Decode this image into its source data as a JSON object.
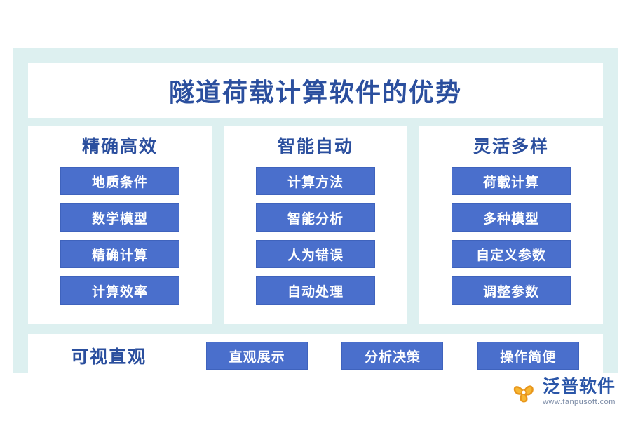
{
  "title": "隧道荷载计算软件的优势",
  "columns": [
    {
      "title": "精确高效",
      "items": [
        "地质条件",
        "数学模型",
        "精确计算",
        "计算效率"
      ]
    },
    {
      "title": "智能自动",
      "items": [
        "计算方法",
        "智能分析",
        "人为错误",
        "自动处理"
      ]
    },
    {
      "title": "灵活多样",
      "items": [
        "荷载计算",
        "多种模型",
        "自定义参数",
        "调整参数"
      ]
    }
  ],
  "bottom": {
    "title": "可视直观",
    "items": [
      "直观展示",
      "分析决策",
      "操作简便"
    ]
  },
  "logo": {
    "name": "泛普软件",
    "url": "www.fanpusoft.com",
    "icon": "fanpu-flower-icon"
  },
  "colors": {
    "panel_bg": "#ddf0f0",
    "card_bg": "#ffffff",
    "title_blue": "#2b4f9e",
    "chip_blue": "#4a6fcc",
    "chip_text": "#ffffff",
    "logo_blue": "#2b56a8"
  }
}
